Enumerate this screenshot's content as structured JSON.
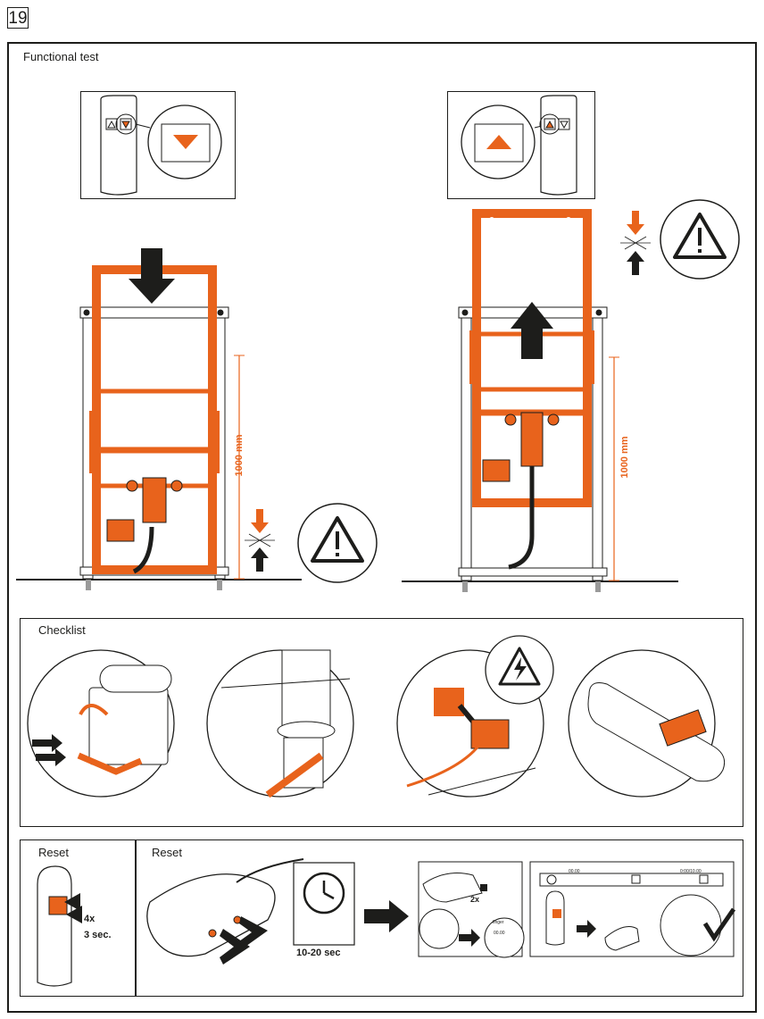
{
  "page": {
    "number": "19"
  },
  "functional_test": {
    "title": "Functional test",
    "left_height_label": "1000 mm",
    "right_height_label": "1000 mm"
  },
  "checklist": {
    "title": "Checklist"
  },
  "reset_left": {
    "title": "Reset",
    "count": "4x",
    "duration": "3 sec."
  },
  "reset_right": {
    "title": "Reset",
    "wait_label": "10-20 sec",
    "press_count": "2x",
    "finger_label": "finger",
    "timer_start": "00.00",
    "timer_end": "0:00/10.00",
    "bar_time": "00.00"
  },
  "colors": {
    "accent": "#e8631c",
    "ink": "#1d1d1b",
    "gray": "#9a9a9a"
  }
}
